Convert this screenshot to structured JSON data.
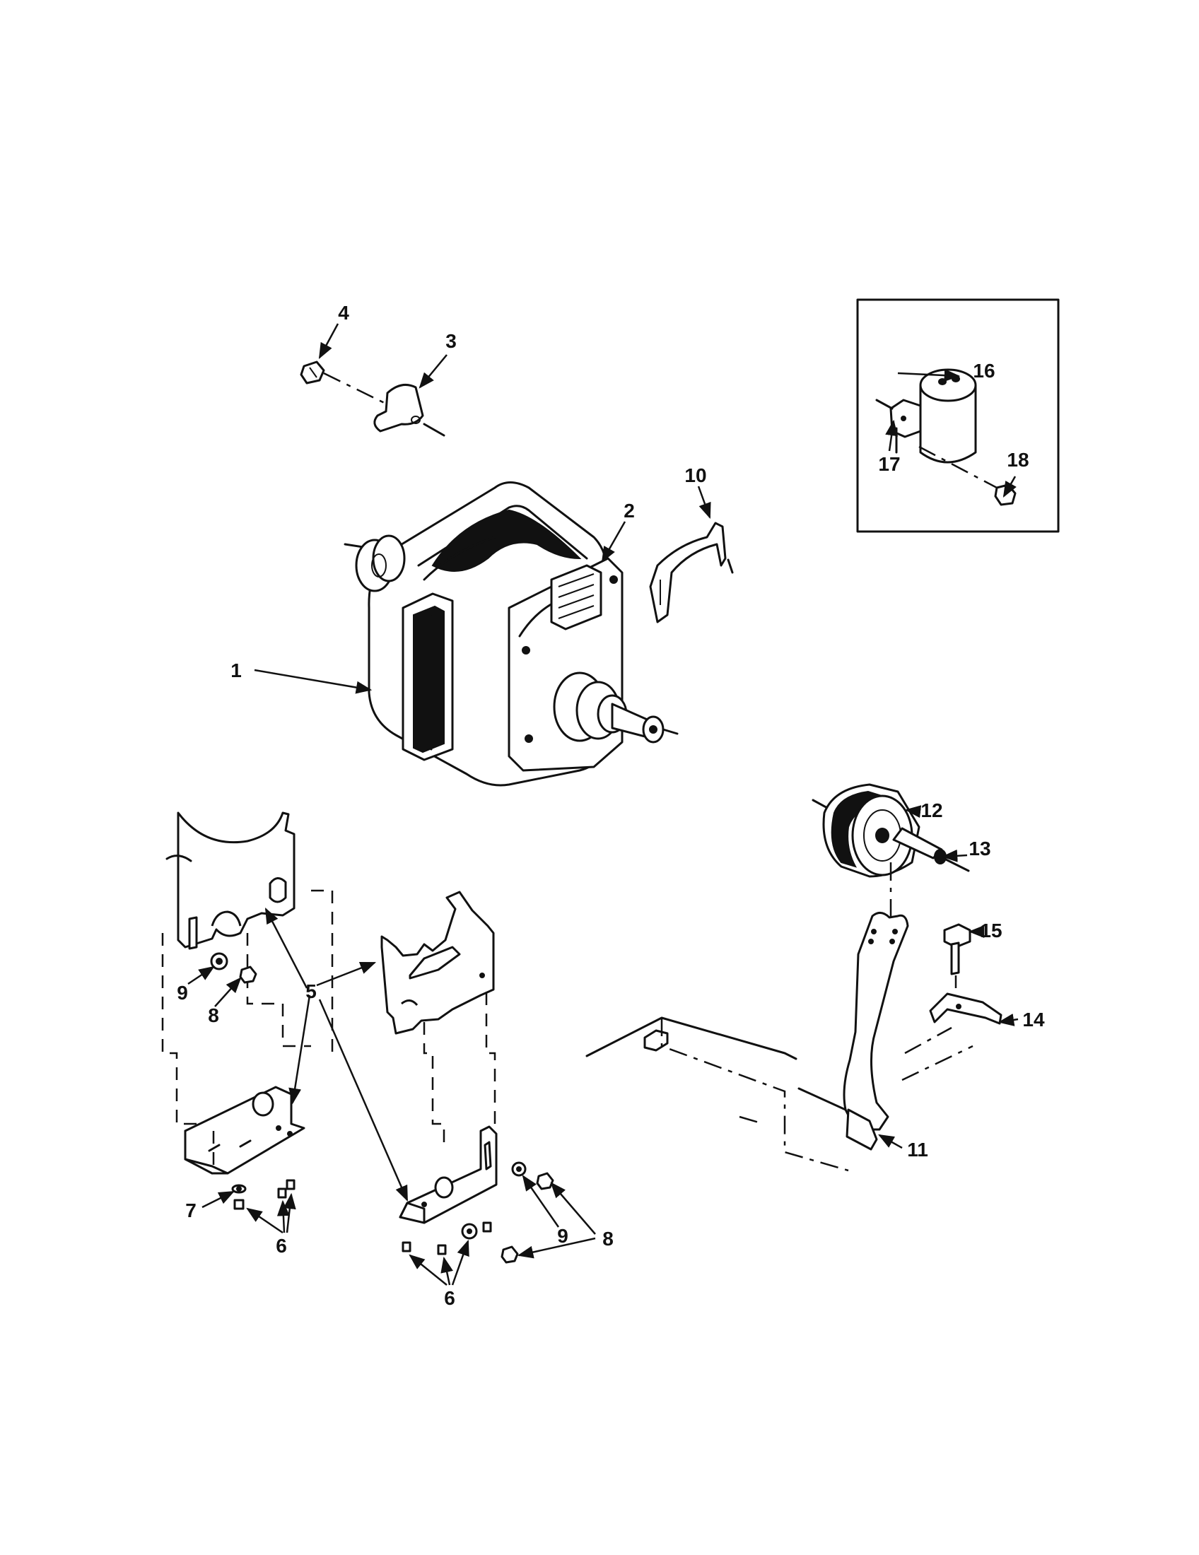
{
  "callouts": {
    "c1": "1",
    "c2": "2",
    "c3": "3",
    "c4": "4",
    "c5": "5",
    "c6a": "6",
    "c6b": "6",
    "c7": "7",
    "c8a": "8",
    "c8b": "8",
    "c9a": "9",
    "c9b": "9",
    "c10": "10",
    "c11": "11",
    "c12": "12",
    "c13": "13",
    "c14": "14",
    "c15": "15",
    "c16": "16",
    "c17": "17",
    "c18": "18"
  }
}
